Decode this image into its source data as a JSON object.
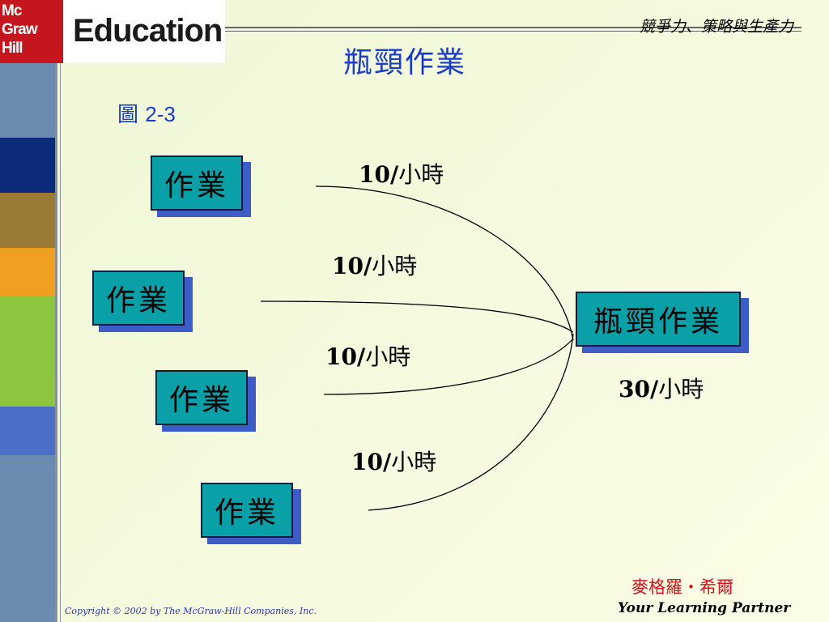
{
  "header": {
    "logo_top_lines": [
      "Mc",
      "Graw",
      "Hill"
    ],
    "logo_word": "Education",
    "subject": "競爭力、策略與生產力",
    "title": "瓶頸作業"
  },
  "figure": {
    "prefix": "圖",
    "number": "2-3"
  },
  "diagram": {
    "source_boxes": [
      "作業",
      "作業",
      "作業",
      "作業"
    ],
    "bottleneck_box": "瓶頸作業",
    "rates": [
      {
        "num": "10/",
        "unit": "小時"
      },
      {
        "num": "10/",
        "unit": "小時"
      },
      {
        "num": "10/",
        "unit": "小時"
      },
      {
        "num": "10/",
        "unit": "小時"
      }
    ],
    "bottleneck_rate": {
      "num": "30/",
      "unit": "小時"
    }
  },
  "footer": {
    "copyright": "Copyright © 2002 by The McGraw-Hill Companies, Inc.",
    "publisher_cn": "麥格羅‧希爾",
    "tagline": "Your Learning Partner"
  },
  "colors": {
    "box_fill": "#0aa0a8",
    "box_shadow": "#3d5cc6",
    "title_blue": "#1a3cc8",
    "brand_red": "#c4161c"
  }
}
